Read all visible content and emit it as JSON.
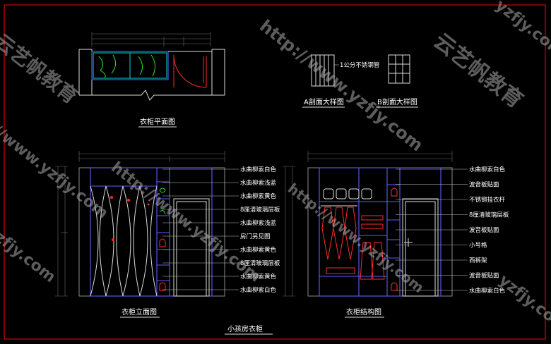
{
  "plan": {
    "title": "衣柜平面图"
  },
  "details": {
    "a_title": "A剖面大样图",
    "b_title": "B剖面大样图",
    "a_note": "1公分不锈钢管"
  },
  "elevation": {
    "title": "衣柜立面图",
    "labels": [
      "水曲柳索白色",
      "水曲柳索浅蓝",
      "水曲柳索黄色",
      "8厘清玻璃层板",
      "水曲柳索浅蓝",
      "房门另见图",
      "水曲柳索黄色",
      "8厘清玻璃层板",
      "水曲柳索黄色",
      "水曲柳索白色"
    ]
  },
  "structure": {
    "title": "衣柜结构图",
    "labels": [
      "水曲柳索白色",
      "波音板贴面",
      "不锈钢挂衣杆",
      "8厘清玻璃层板",
      "波音板贴面",
      "小号格",
      "西裤架",
      "波音板贴面",
      "水曲柳索白色"
    ]
  },
  "sheet": {
    "title": "小孩房衣柜"
  },
  "watermarks": {
    "brand": "云艺帆教育",
    "url": "http://www.yzfjy.com",
    "short": "yzfjy.com"
  },
  "colors": {
    "frame": "#ff0000",
    "cabinet": "#5d5dff",
    "hanging": "#ff2a2a",
    "glass": "#00d4d4",
    "plant": "#29e229"
  }
}
